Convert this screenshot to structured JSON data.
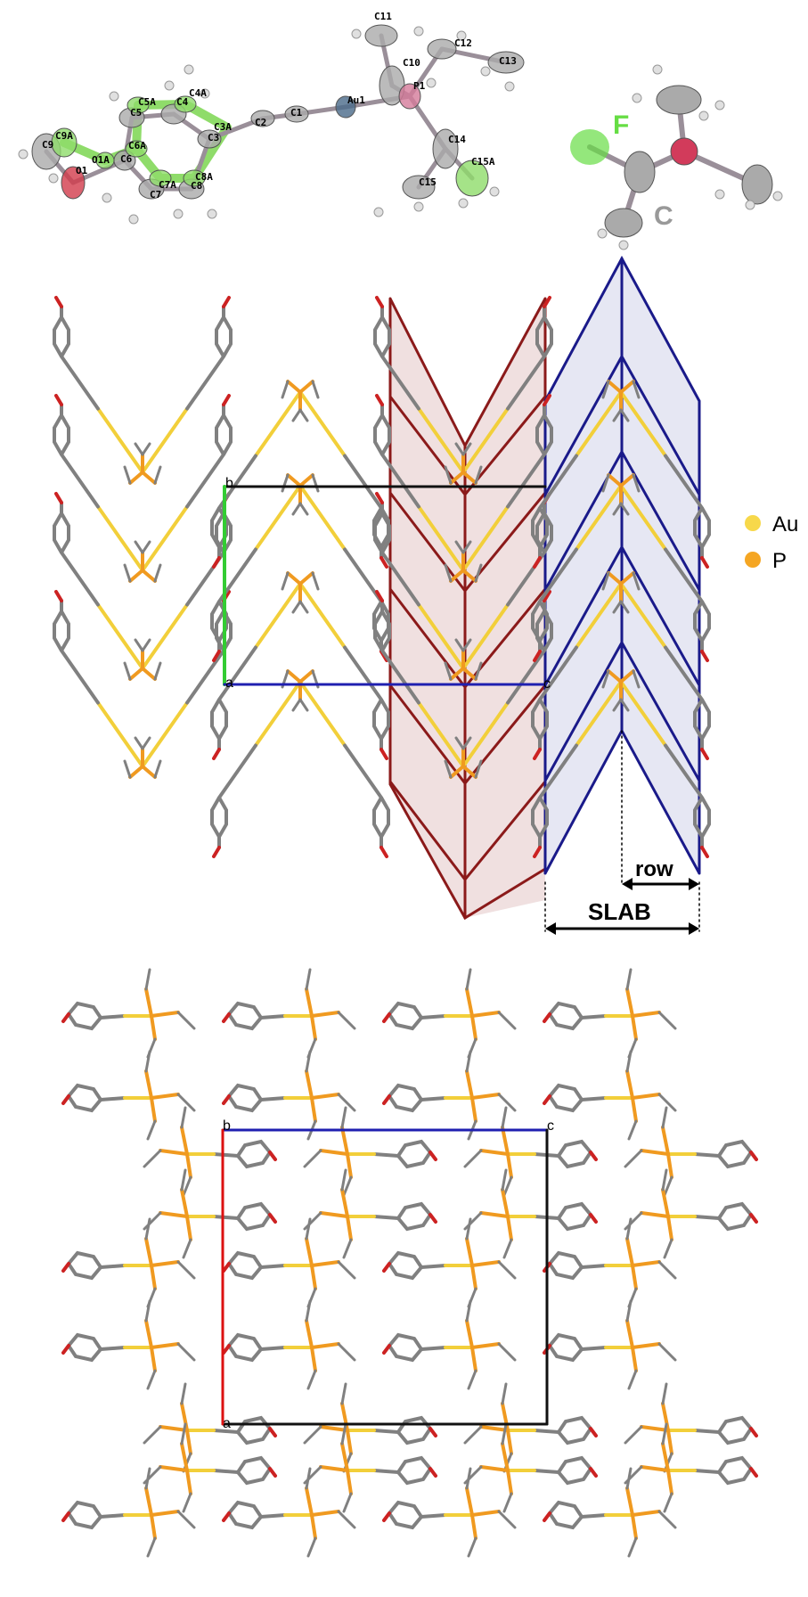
{
  "molecule": {
    "atom_labels": [
      "C11",
      "C12",
      "C13",
      "C10",
      "P1",
      "Au1",
      "C1",
      "C2",
      "C3A",
      "C3",
      "C4A",
      "C4",
      "C5A",
      "C5",
      "C6A",
      "C6",
      "O1A",
      "O1",
      "C9A",
      "C9",
      "C7A",
      "C7",
      "C8A",
      "C8",
      "C14",
      "C15A",
      "C15"
    ]
  },
  "disorder_key": {
    "f_label": "F",
    "c_label": "C",
    "f_color": "#66dd44",
    "c_color": "#999999"
  },
  "packing_view": {
    "cell_labels": {
      "b": "b",
      "a": "a",
      "c": "c"
    },
    "row_label": "row",
    "slab_label": "SLAB"
  },
  "legend": [
    {
      "label": "Au",
      "color": "#f7d84a"
    },
    {
      "label": "P",
      "color": "#f5a623"
    }
  ],
  "bottom_view": {
    "cell_labels": {
      "b": "b",
      "c": "c",
      "a": "a"
    }
  },
  "colors": {
    "carbon": "#808080",
    "oxygen": "#cc2222",
    "gold_bond": "#f2cf3a",
    "phosphorus": "#f09a20",
    "cell_b": "#33cc33",
    "cell_a_red": "#dd1111",
    "cell_blue": "#1f1fb0",
    "slab_red": "#8b1a1a",
    "slab_blue": "#1a1a8a"
  }
}
